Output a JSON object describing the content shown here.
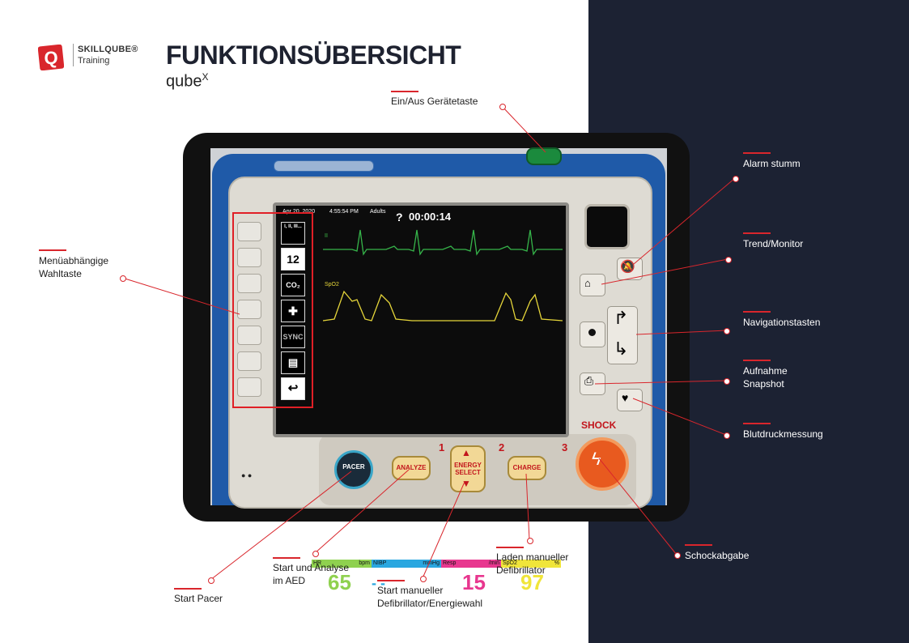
{
  "header": {
    "brand_line1": "SKILLQUBE®",
    "brand_line2": "Training",
    "title": "FUNKTIONSÜBERSICHT",
    "subtitle": "qube",
    "subtitle_sup": "X"
  },
  "monitor": {
    "date": "Apr 20, 2020",
    "time": "4:55:54 PM",
    "mode": "Adults",
    "question": "?",
    "timer": "00:00:14",
    "lead": "II",
    "spo2_label": "SpO2",
    "vitals": [
      {
        "label": "HR",
        "unit": "bpm",
        "value": "65",
        "color": "#8fd14f"
      },
      {
        "label": "NIBP",
        "unit": "mmHg",
        "value": "- -",
        "color": "#2aa7e0"
      },
      {
        "label": "Resp",
        "unit": "/min",
        "value": "15",
        "color": "#e8378f"
      },
      {
        "label": "SpO2",
        "unit": "%",
        "value": "97",
        "color": "#f0e53a"
      }
    ]
  },
  "soft_keys": [
    "I, II, III...",
    "12",
    "CO₂",
    "",
    "SYNC",
    "",
    ""
  ],
  "device_buttons": {
    "pacer": "PACER",
    "analyze": "ANALYZE",
    "energy": "ENERGY SELECT",
    "charge": "CHARGE",
    "shock": "SHOCK",
    "num1": "1",
    "num2": "2",
    "num3": "3"
  },
  "callouts": {
    "power": "Ein/Aus Gerätetaste",
    "alarm": "Alarm stumm",
    "trend": "Trend/Monitor",
    "navigation": "Navigationstasten",
    "snapshot_line1": "Aufnahme",
    "snapshot_line2": "Snapshot",
    "bp": "Blutdruckmessung",
    "softkey_line1": "Menüabhängige",
    "softkey_line2": "Wahltaste",
    "shock": "Schockabgabe",
    "charge_line1": "Laden manueller",
    "charge_line2": "Defibrillator",
    "energy_line1": "Start manueller",
    "energy_line2": "Defibrillator/Energiewahl",
    "analyze_line1": "Start und Analyse",
    "analyze_line2": "im AED",
    "pacer": "Start Pacer"
  },
  "colors": {
    "accent_red": "#d9262c",
    "dark_panel": "#1c2233",
    "device_blue": "#1f5aa8"
  }
}
